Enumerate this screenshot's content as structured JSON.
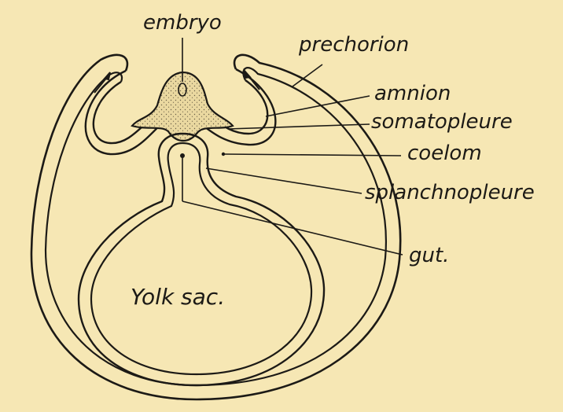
{
  "labels": {
    "embryo": "embryo",
    "prechorion": "prechorion",
    "amnion": "amnion",
    "somatopleure": "somatopleure",
    "coelom": "coelom",
    "splanchnopleure": "splanchnopleure",
    "gut": "gut.",
    "yolk_sac": "Yolk sac."
  },
  "colors": {
    "background": "#f6e7b4",
    "ink": "#1c1a16",
    "membrane_fill": "#ead8a0"
  }
}
